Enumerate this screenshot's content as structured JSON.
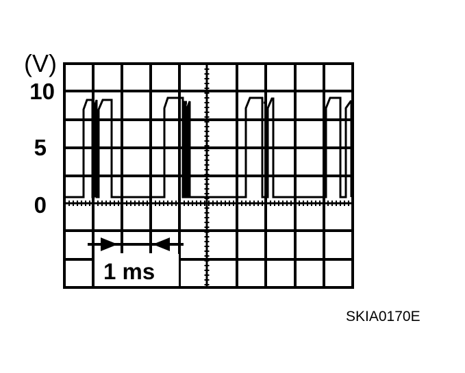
{
  "diagram": {
    "type": "oscilloscope-waveform",
    "y_axis": {
      "unit_label": "(V)",
      "ticks": [
        {
          "label": "10",
          "value": 10
        },
        {
          "label": "5",
          "value": 5
        },
        {
          "label": "0",
          "value": 0
        }
      ]
    },
    "time_scale": {
      "label": "1 ms",
      "divisions": 1
    },
    "grid": {
      "columns": 10,
      "rows": 8
    },
    "figure_code": "SKIA0170E",
    "colors": {
      "line": "#000000",
      "background": "#ffffff"
    }
  },
  "chart_data": {
    "type": "line",
    "title": "",
    "xlabel": "",
    "ylabel": "(V)",
    "y_ticks": [
      0,
      5,
      10
    ],
    "ylim": [
      -7,
      12
    ],
    "x_division": "1 ms",
    "description": "Pulse waveform: low level ~0.5 V, high level ~9-9.5 V, four pulse groups each with a double peak, period ~2.9 ms",
    "low_level_v": 0.5,
    "high_level_v": 9.5,
    "approx_period_ms": 2.85
  }
}
